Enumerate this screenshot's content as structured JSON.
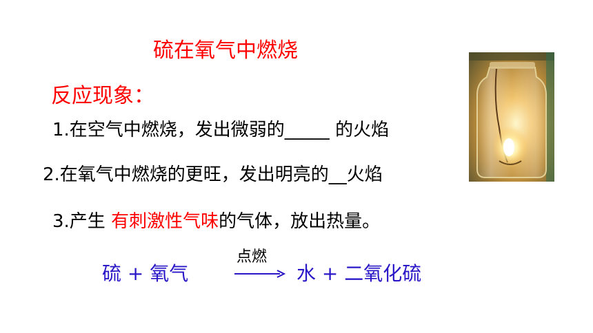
{
  "title": "硫在氧气中燃烧",
  "section_heading": "反应现象：",
  "observations": {
    "line1": "1.在空气中燃烧，发出微弱的_____ 的火焰",
    "line2": "2.在氧气中燃烧的更旺，发出明亮的__火焰",
    "line3_prefix": "3.产生 ",
    "line3_highlight": "有刺激性气味",
    "line3_suffix": "的气体，放出热量。"
  },
  "equation": {
    "reactants": "硫 + 氧气",
    "condition": "点燃",
    "products": "水 + 二氧化硫"
  },
  "colors": {
    "title": "#ff0000",
    "heading": "#ff0000",
    "highlight": "#ff0000",
    "equation": "#2a17c8",
    "body_text": "#000000"
  },
  "image": {
    "subject": "glass jar with burning sulfur flame"
  }
}
